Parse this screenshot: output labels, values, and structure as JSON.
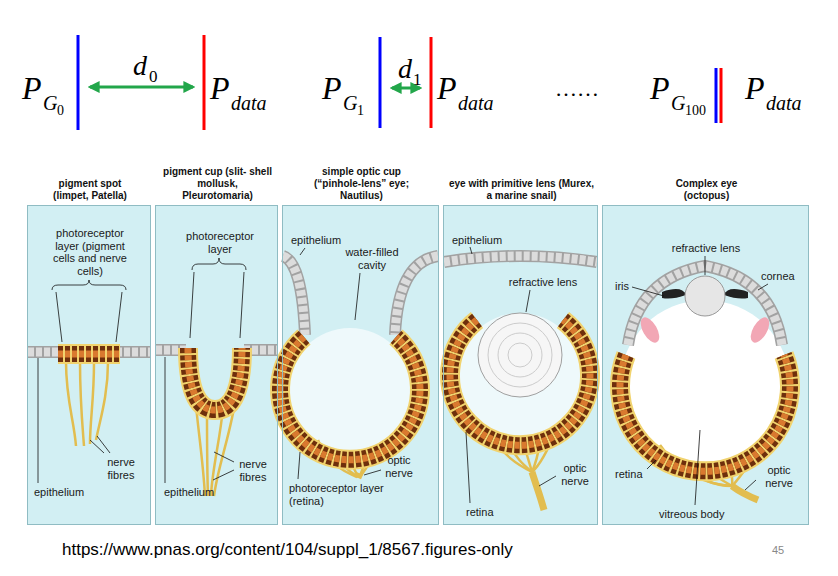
{
  "diagram": {
    "nodes": [
      {
        "text": [
          "pigment spot (limpet, Patella)",
          "photoreceptor layer (pigment cells and nerve cells)",
          "nerve fibres",
          "epithelium"
        ]
      },
      {
        "text": [
          "pigment cup (slit- shell mollusk, Pleurotomaria)",
          "photoreceptor layer",
          "nerve fibres",
          "epithelium"
        ]
      },
      {
        "text": [
          "simple optic cup (“pinhole-lens” eye; Nautilus)",
          "epithelium",
          "water-filled cavity",
          "optic nerve",
          "photoreceptor layer (retina)"
        ]
      },
      {
        "text": [
          "eye with primitive lens (Murex, a marine snail)",
          "epithelium",
          "refractive lens",
          "retina",
          "optic nerve"
        ]
      },
      {
        "text": [
          "Complex eye (octopus)",
          "refractive lens",
          "iris",
          "cornea",
          "retina",
          "optic nerve",
          "vitreous body"
        ]
      }
    ],
    "labels": [
      "P",
      "G",
      "0",
      "d",
      "0",
      "P",
      "data",
      "P",
      "G",
      "1",
      "d",
      "1",
      "P",
      "data",
      "……",
      "P",
      "G",
      "100",
      "P",
      "data",
      "https://www.pnas.org/content/104/suppl_1/8567.figures-only",
      "45"
    ]
  }
}
